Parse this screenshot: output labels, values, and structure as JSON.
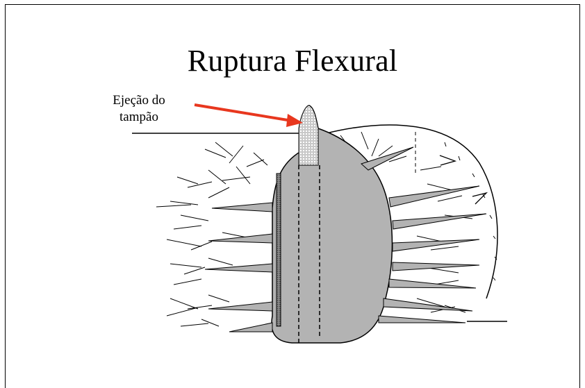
{
  "slide": {
    "title": "Ruptura Flexural"
  },
  "diagram": {
    "annotation_line1": "Ejeção do",
    "annotation_line2": "tampão",
    "arrow_color": "#e8371e",
    "rock_fill": "#b3b3b3",
    "outline_color": "#000000"
  }
}
